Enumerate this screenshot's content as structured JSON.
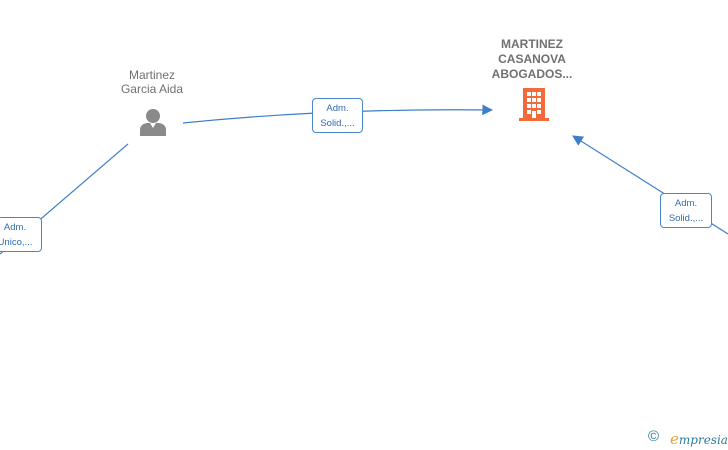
{
  "colors": {
    "edge": "#3d7fc9",
    "person": "#8a8a8a",
    "company": "#f26a3a",
    "label_text": "#707070"
  },
  "nodes": {
    "person": {
      "line1": "Martinez",
      "line2": "Garcia Aida",
      "icon": "person-icon"
    },
    "company": {
      "line1": "MARTINEZ",
      "line2": "CASANOVA",
      "line3": "ABOGADOS...",
      "icon": "building-icon"
    }
  },
  "edges": [
    {
      "line1": "Adm.",
      "line2": "Solid.,..."
    },
    {
      "line1": "Adm.",
      "line2": "Unico,..."
    },
    {
      "line1": "Adm.",
      "line2": "Solid.,..."
    }
  ],
  "brand": {
    "symbol": "©",
    "initial": "e",
    "rest": "mpresia"
  }
}
